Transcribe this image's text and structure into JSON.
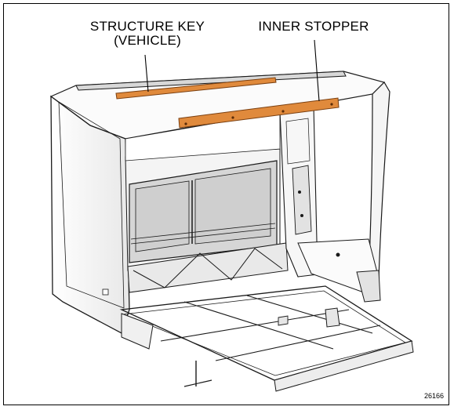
{
  "labels": {
    "structure_key_line1": "STRUCTURE KEY",
    "structure_key_line2": "(VEHICLE)",
    "inner_stopper": "INNER STOPPER"
  },
  "figure_number": "26166",
  "colors": {
    "highlight": "#E08A3C",
    "line": "#1a1a1a",
    "glass": "#d9d9d9",
    "panel": "#f2f2f2"
  }
}
